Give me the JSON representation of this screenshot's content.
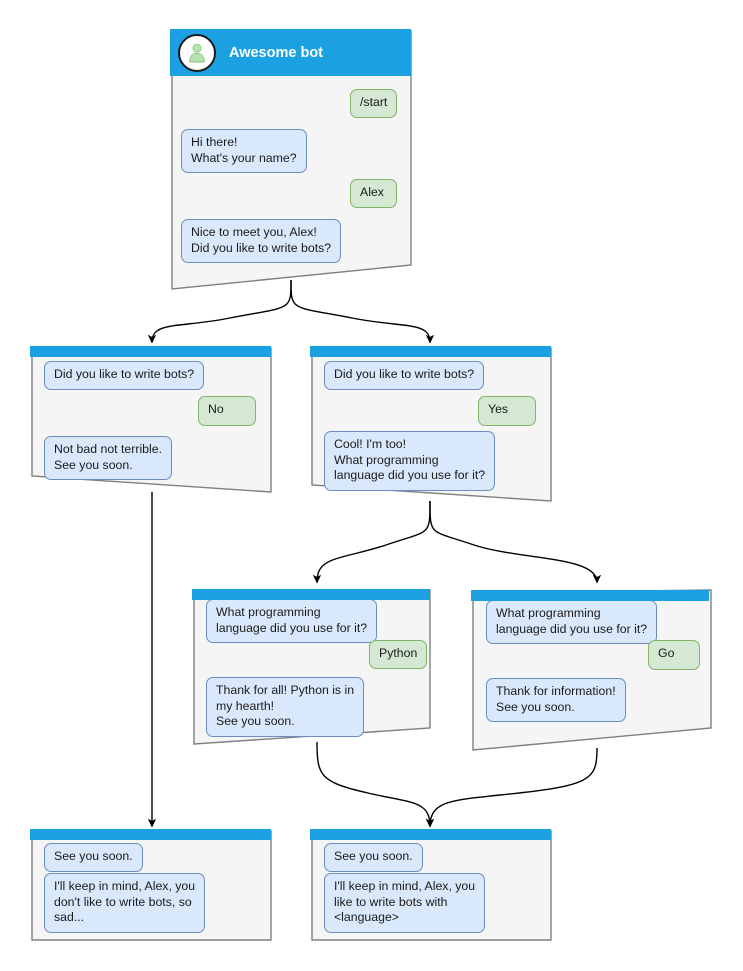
{
  "theme": {
    "header_blue": "#1ba1e2",
    "window_bg": "#f5f5f5",
    "window_border": "#808080",
    "bot_bubble_fill": "#dae8fc",
    "bot_bubble_border": "#6c8ebf",
    "user_bubble_fill": "#d5e8d4",
    "user_bubble_border": "#82b366",
    "connector": "#000000",
    "avatar_fill": "#b9e0b0",
    "canvas_bg": "#ffffff"
  },
  "root": {
    "title": "Awesome bot",
    "avatar_icon": "person-avatar-icon",
    "messages": [
      {
        "role": "user",
        "text": "/start"
      },
      {
        "role": "bot",
        "text": "Hi there!\nWhat's your name?"
      },
      {
        "role": "user",
        "text": "Alex"
      },
      {
        "role": "bot",
        "text": "Nice to meet you, Alex!\nDid you like to write bots?"
      }
    ]
  },
  "branch_no": {
    "messages": [
      {
        "role": "bot",
        "text": "Did you like to write bots?"
      },
      {
        "role": "user",
        "text": "No"
      },
      {
        "role": "bot",
        "text": "Not bad not terrible.\nSee you soon."
      }
    ]
  },
  "branch_yes": {
    "messages": [
      {
        "role": "bot",
        "text": "Did you like to write bots?"
      },
      {
        "role": "user",
        "text": "Yes"
      },
      {
        "role": "bot",
        "text": "Cool! I'm too!\nWhat programming\nlanguage did you use for it?"
      }
    ]
  },
  "branch_python": {
    "messages": [
      {
        "role": "bot",
        "text": "What programming\nlanguage did you use for it?"
      },
      {
        "role": "user",
        "text": "Python"
      },
      {
        "role": "bot",
        "text": "Thank for all! Python is in\nmy hearth!\nSee you soon."
      }
    ]
  },
  "branch_go": {
    "messages": [
      {
        "role": "bot",
        "text": "What programming\nlanguage did you use for it?"
      },
      {
        "role": "user",
        "text": "Go"
      },
      {
        "role": "bot",
        "text": "Thank for information!\nSee you soon."
      }
    ]
  },
  "end_sad": {
    "messages": [
      {
        "role": "bot",
        "text": "See you soon."
      },
      {
        "role": "bot",
        "text": "I'll keep in mind, Alex, you\ndon't like to write bots, so\nsad..."
      }
    ]
  },
  "end_happy": {
    "messages": [
      {
        "role": "bot",
        "text": "See you soon."
      },
      {
        "role": "bot",
        "text": "I'll keep in mind, Alex, you\nlike to write bots with\n<language>"
      }
    ]
  }
}
